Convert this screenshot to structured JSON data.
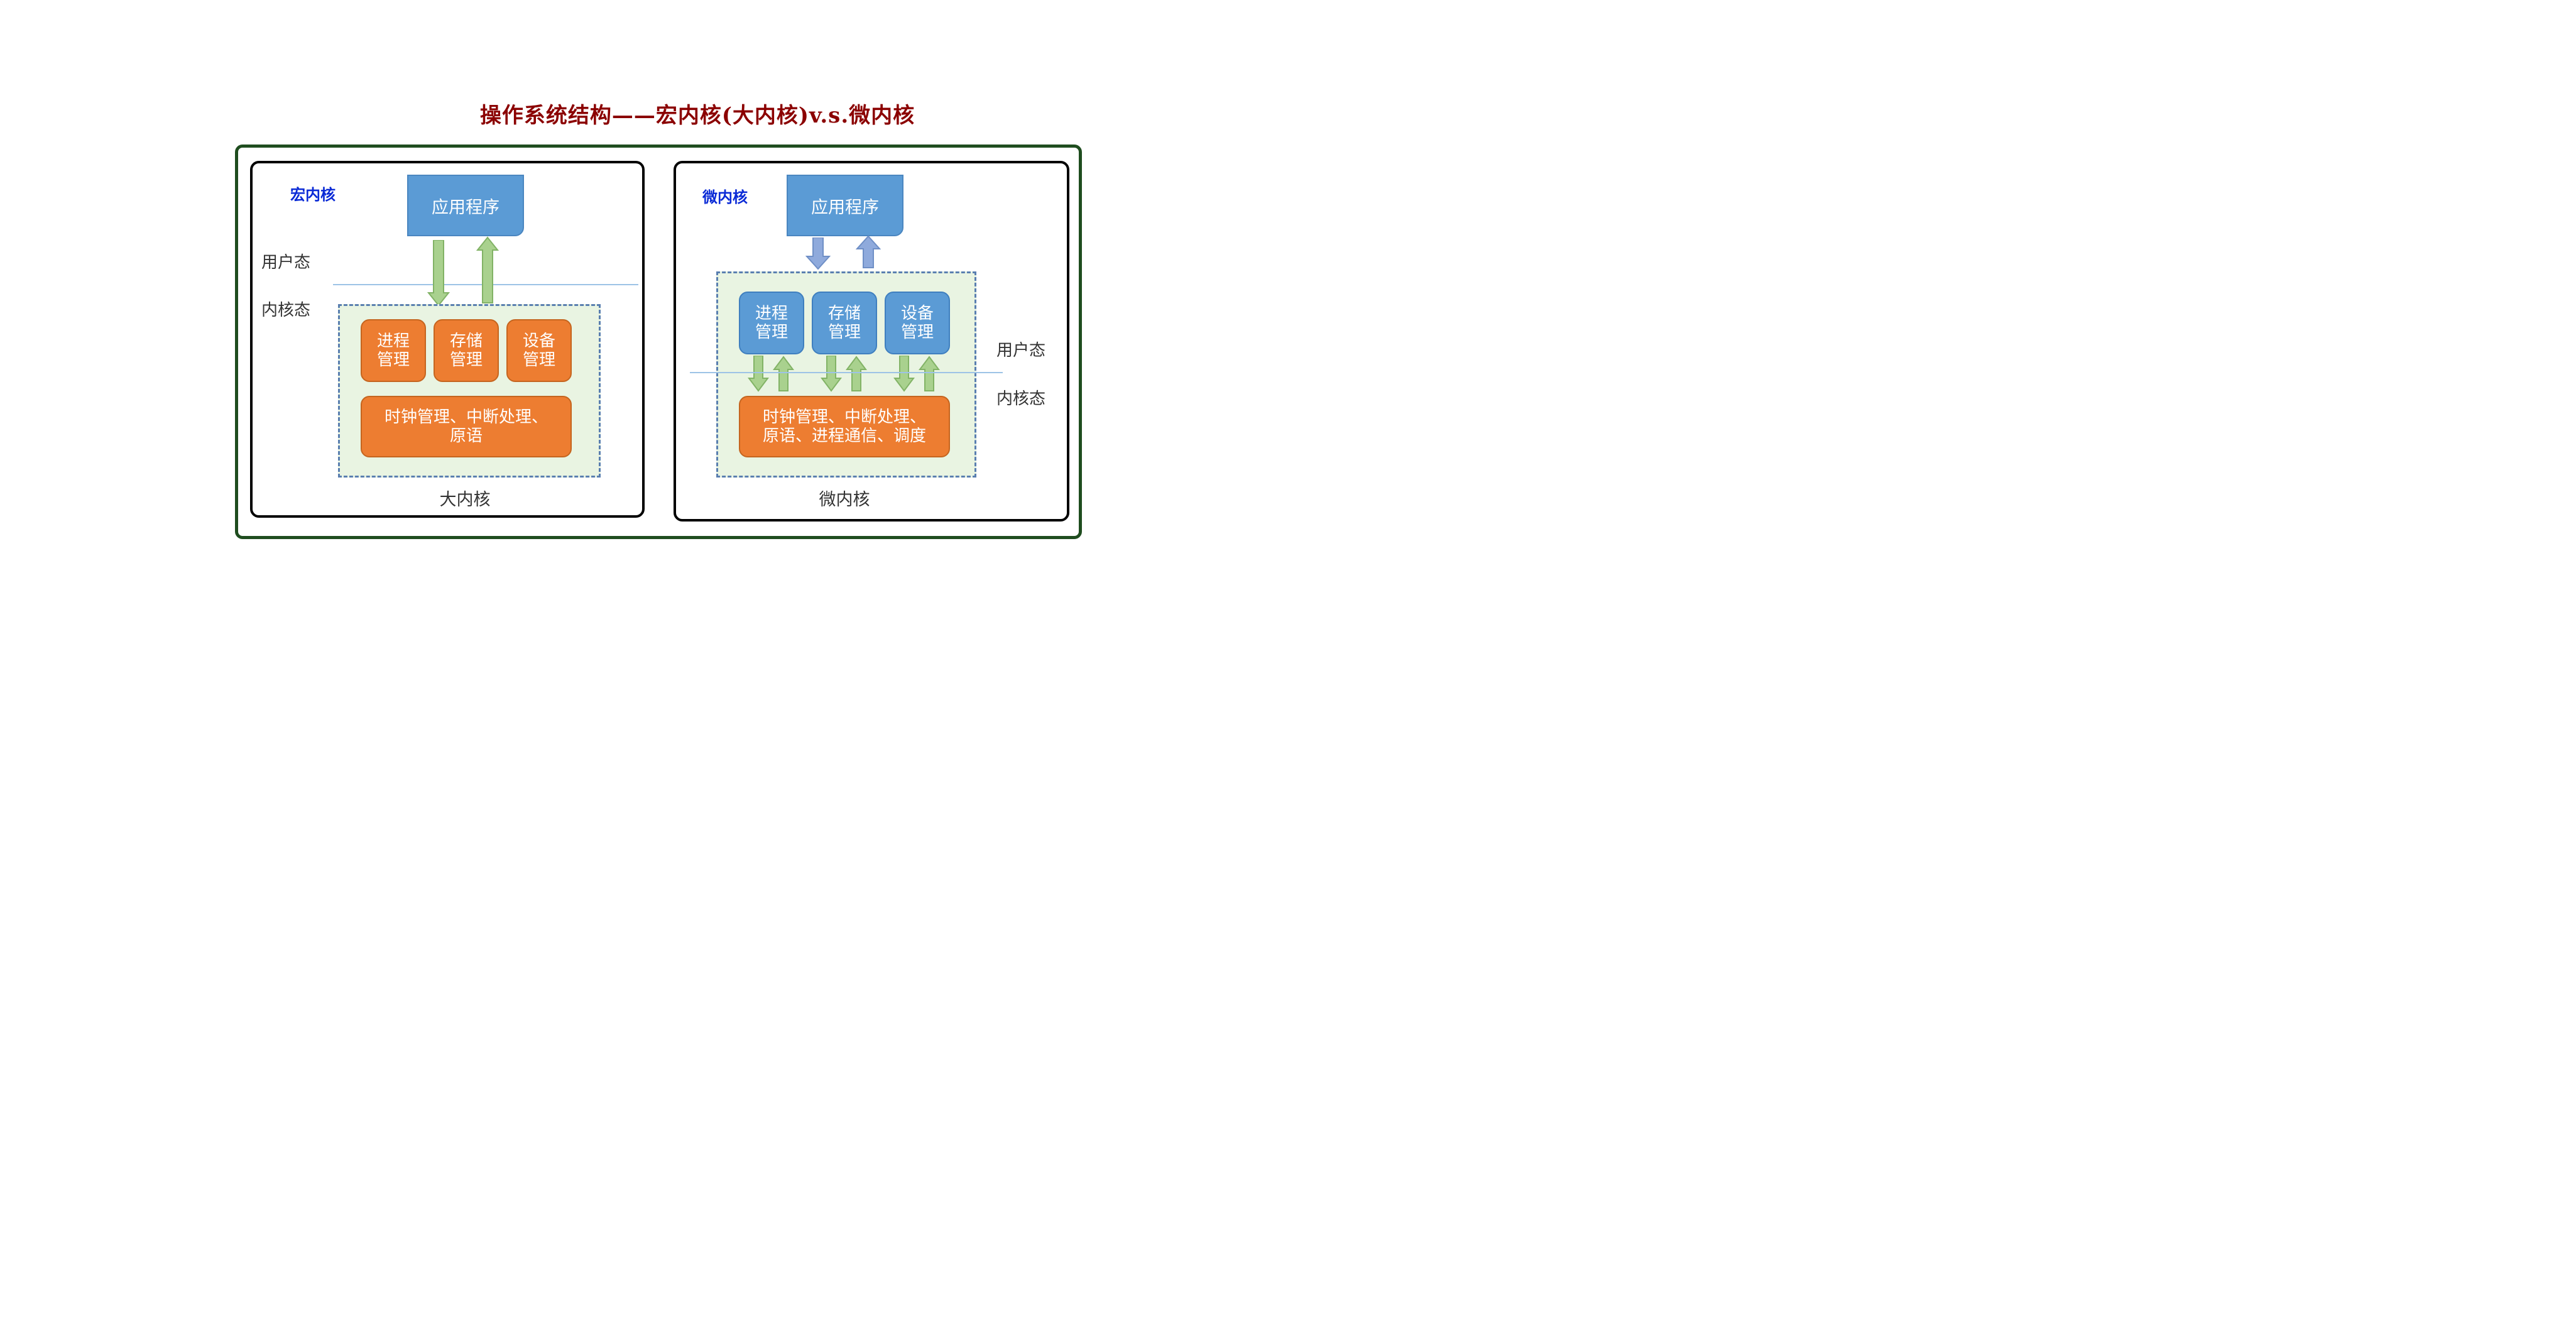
{
  "title": "操作系统结构——宏内核(大内核)v.s.微内核",
  "macro": {
    "label": "宏内核",
    "app": "应用程序",
    "user_state": "用户态",
    "kernel_state": "内核态",
    "modules": [
      {
        "line1": "进程",
        "line2": "管理"
      },
      {
        "line1": "存储",
        "line2": "管理"
      },
      {
        "line1": "设备",
        "line2": "管理"
      }
    ],
    "core": {
      "line1": "时钟管理、中断处理、",
      "line2": "原语"
    },
    "caption": "大内核"
  },
  "micro": {
    "label": "微内核",
    "app": "应用程序",
    "user_state": "用户态",
    "kernel_state": "内核态",
    "modules": [
      {
        "line1": "进程",
        "line2": "管理"
      },
      {
        "line1": "存储",
        "line2": "管理"
      },
      {
        "line1": "设备",
        "line2": "管理"
      }
    ],
    "core": {
      "line1": "时钟管理、中断处理、",
      "line2": "原语、进程通信、调度"
    },
    "caption": "微内核"
  },
  "colors": {
    "title": "#8b0000",
    "label": "#0a2ad6",
    "app_blue": "#5b9bd5",
    "module_orange": "#ed7d31",
    "arrow_green": "#a9d18e",
    "arrow_blue": "#8faadc",
    "kernel_region_bg": "#e9f4e2",
    "outer_border": "#1f4d1f"
  }
}
